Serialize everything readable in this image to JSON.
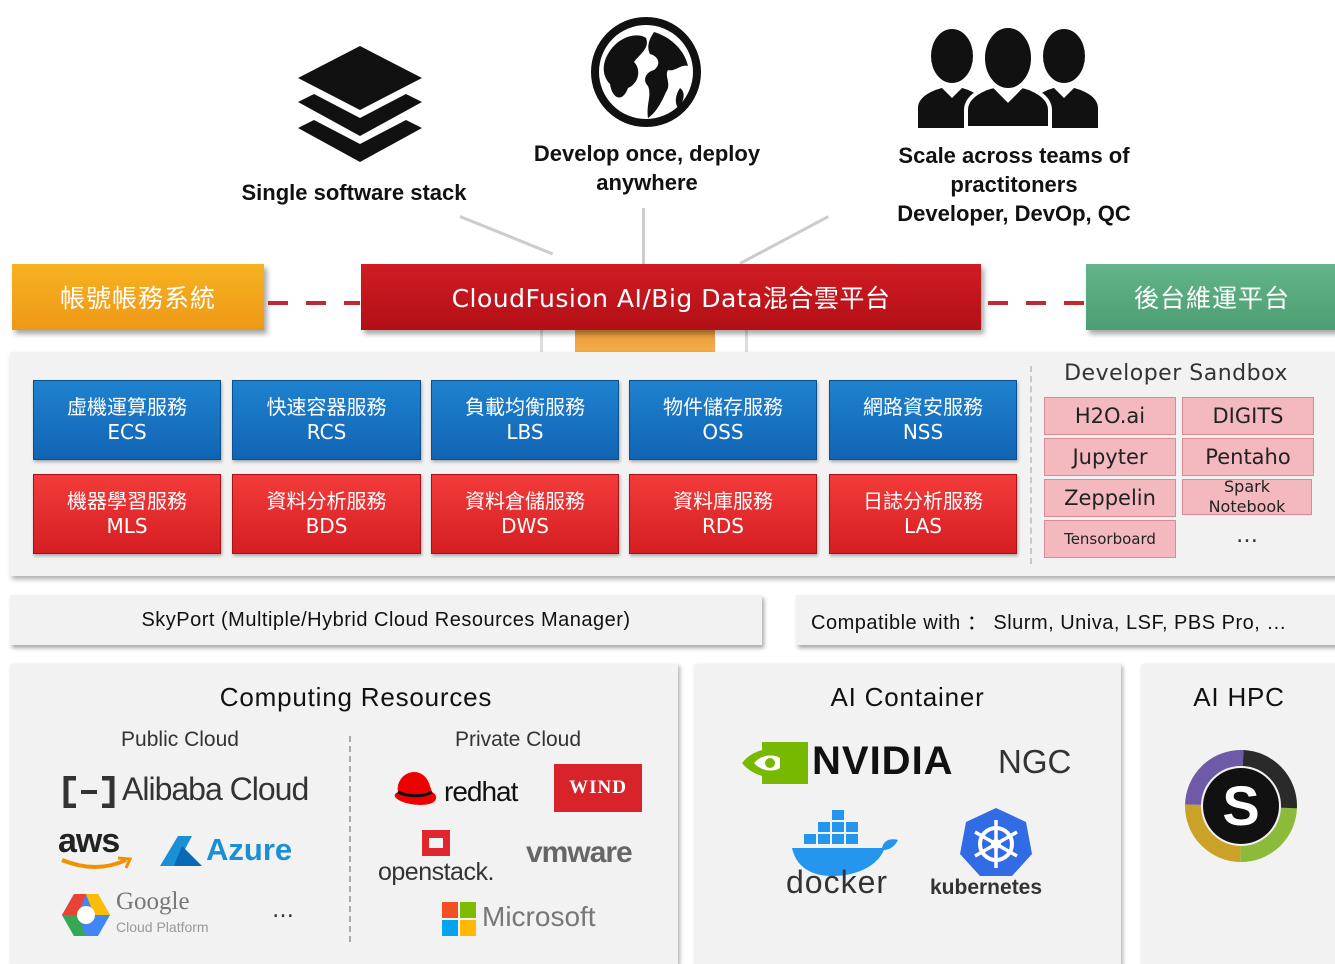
{
  "features": [
    {
      "icon": "layers-icon",
      "label": "Single software stack"
    },
    {
      "icon": "globe-icon",
      "label": "Develop once, deploy anywhere"
    },
    {
      "icon": "people-icon",
      "label_lines": [
        "Scale across teams of",
        "practitoners",
        "Developer, DevOp, QC"
      ]
    }
  ],
  "banners": {
    "left": "帳號帳務系統",
    "center": "CloudFusion AI/Big Data混合雲平台",
    "right": "後台維運平台"
  },
  "services": {
    "row1": [
      {
        "zh": "虛機運算服務",
        "code": "ECS"
      },
      {
        "zh": "快速容器服務",
        "code": "RCS"
      },
      {
        "zh": "負載均衡服務",
        "code": "LBS"
      },
      {
        "zh": "物件儲存服務",
        "code": "OSS"
      },
      {
        "zh": "網路資安服務",
        "code": "NSS"
      }
    ],
    "row2": [
      {
        "zh": "機器學習服務",
        "code": "MLS"
      },
      {
        "zh": "資料分析服務",
        "code": "BDS"
      },
      {
        "zh": "資料倉儲服務",
        "code": "DWS"
      },
      {
        "zh": "資料庫服務",
        "code": "RDS"
      },
      {
        "zh": "日誌分析服務",
        "code": "LAS"
      }
    ]
  },
  "sandbox": {
    "title": "Developer Sandbox",
    "items": [
      "H2O.ai",
      "DIGITS",
      "Jupyter",
      "Pentaho",
      "Zeppelin",
      "Spark Notebook",
      "Tensorboard",
      "…"
    ]
  },
  "bars": {
    "skyport": "SkyPort (Multiple/Hybrid Cloud Resources Manager)",
    "compat": "Compatible with ： Slurm, Univa, LSF, PBS Pro, …"
  },
  "computing": {
    "title": "Computing Resources",
    "public_title": "Public Cloud",
    "private_title": "Private Cloud",
    "public": [
      "Alibaba Cloud",
      "aws",
      "Azure",
      "Google",
      "Cloud Platform",
      "…"
    ],
    "private": [
      "redhat",
      "WIND",
      "openstack.",
      "vmware",
      "Microsoft"
    ]
  },
  "ai_container": {
    "title": "AI Container",
    "logos": [
      "NVIDIA",
      "NGC",
      "docker",
      "kubernetes"
    ]
  },
  "ai_hpc": {
    "title": "AI HPC",
    "logo": "S"
  },
  "colors": {
    "orange": "#f2a31b",
    "red": "#c4161c",
    "green": "#5aab7f",
    "blue": "#1f82cf",
    "service_red": "#e82b2e",
    "sandbox_pink": "#f4b8bf"
  }
}
